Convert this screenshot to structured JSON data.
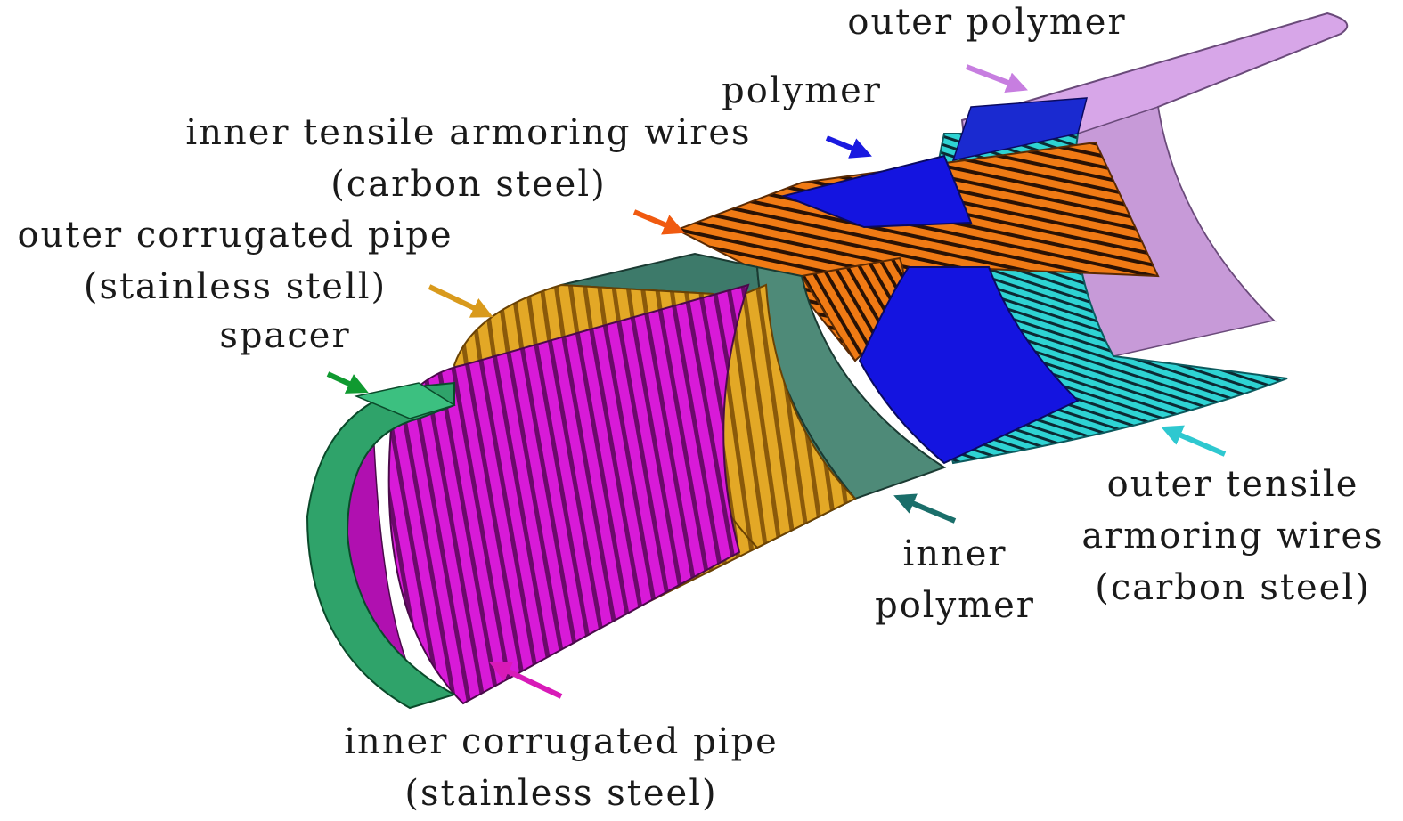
{
  "labels": {
    "outer_polymer": "outer polymer",
    "polymer": "polymer",
    "inner_tensile_line1": "inner tensile armoring wires",
    "inner_tensile_line2": "(carbon steel)",
    "outer_corrugated_line1": "outer corrugated pipe",
    "outer_corrugated_line2": "(stainless stell)",
    "spacer": "spacer",
    "inner_polymer_line1": "inner",
    "inner_polymer_line2": "polymer",
    "outer_tensile_line1": "outer tensile",
    "outer_tensile_line2": "armoring wires",
    "outer_tensile_line3": "(carbon steel)",
    "inner_corrugated_line1": "inner corrugated pipe",
    "inner_corrugated_line2": "(stainless steel)"
  },
  "colors": {
    "outer_polymer": "#d7a6e8",
    "polymer": "#1414e0",
    "inner_tensile_wires": "#f07a14",
    "outer_corrugated_pipe": "#e0a020",
    "spacer": "#2fa36a",
    "inner_polymer": "#3d7a6a",
    "outer_tensile_wires": "#2ed3d3",
    "inner_corrugated_pipe": "#d81ad8",
    "arrow_outer_polymer": "#c77ee0",
    "arrow_polymer": "#1a1ae0",
    "arrow_inner_tensile": "#f05a10",
    "arrow_outer_corrugated": "#d99a1c",
    "arrow_spacer": "#109a30",
    "arrow_inner_polymer": "#1a6e6a",
    "arrow_outer_tensile": "#2ec8d0",
    "arrow_inner_corrugated": "#d81ab8"
  }
}
